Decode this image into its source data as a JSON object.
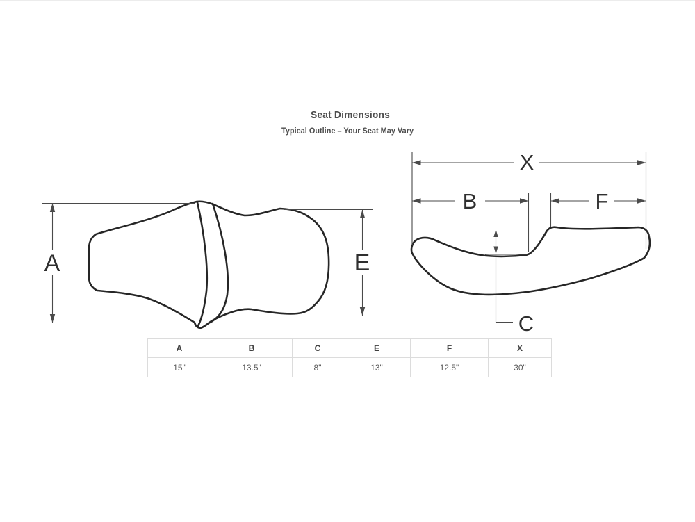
{
  "page": {
    "title": "Seat Dimensions",
    "subtitle": "Typical Outline – Your Seat May Vary"
  },
  "diagram": {
    "labels": {
      "a": "A",
      "b": "B",
      "c": "C",
      "e": "E",
      "f": "F",
      "x": "X"
    }
  },
  "table": {
    "headers": [
      "A",
      "B",
      "C",
      "E",
      "F",
      "X"
    ],
    "values": [
      "15\"",
      "13.5\"",
      "8\"",
      "13\"",
      "12.5\"",
      "30\""
    ]
  },
  "colors": {
    "page-bg": "#ffffff",
    "outline": "#262626",
    "dimension": "#4a4a4a",
    "label": "#2f2f2f",
    "heading": "#4d4d4d",
    "table-border": "#dcdcdc",
    "table-header-text": "#3f3f3f",
    "table-value-text": "#5a5a5a"
  }
}
